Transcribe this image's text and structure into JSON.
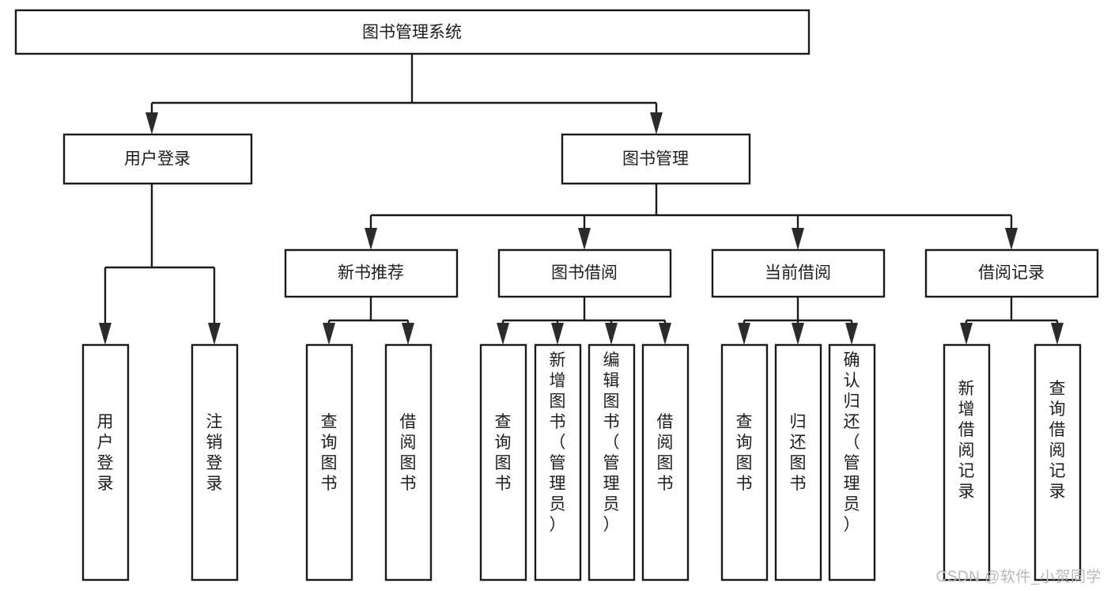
{
  "diagram": {
    "type": "tree-hierarchy",
    "title": "图书管理系统",
    "watermark": "CSDN @软件_小贺同学",
    "colors": {
      "box_stroke": "#1a1a1a",
      "box_fill": "#ffffff",
      "text": "#1d1d1d",
      "arrow": "#2b2b2b",
      "watermark": "#b8b8b8",
      "background": "#ffffff"
    },
    "levels": [
      {
        "level": 1,
        "nodes": [
          {
            "id": "root",
            "label": "图书管理系统",
            "orientation": "horizontal"
          }
        ]
      },
      {
        "level": 2,
        "nodes": [
          {
            "id": "login",
            "label": "用户登录",
            "orientation": "horizontal",
            "parent": "root"
          },
          {
            "id": "bookmgmt",
            "label": "图书管理",
            "orientation": "horizontal",
            "parent": "root"
          }
        ]
      },
      {
        "level": 3,
        "nodes": [
          {
            "id": "newbook",
            "label": "新书推荐",
            "orientation": "horizontal",
            "parent": "bookmgmt"
          },
          {
            "id": "borrow",
            "label": "图书借阅",
            "orientation": "horizontal",
            "parent": "bookmgmt"
          },
          {
            "id": "current",
            "label": "当前借阅",
            "orientation": "horizontal",
            "parent": "bookmgmt"
          },
          {
            "id": "records",
            "label": "借阅记录",
            "orientation": "horizontal",
            "parent": "bookmgmt"
          }
        ]
      },
      {
        "level": 4,
        "nodes": [
          {
            "id": "leaf-1",
            "label": "用户登录",
            "orientation": "vertical",
            "parent": "login"
          },
          {
            "id": "leaf-2",
            "label": "注销登录",
            "orientation": "vertical",
            "parent": "login"
          },
          {
            "id": "leaf-3",
            "label": "查询图书",
            "orientation": "vertical",
            "parent": "newbook"
          },
          {
            "id": "leaf-4",
            "label": "借阅图书",
            "orientation": "vertical",
            "parent": "newbook"
          },
          {
            "id": "leaf-5",
            "label": "查询图书",
            "orientation": "vertical",
            "parent": "borrow"
          },
          {
            "id": "leaf-6",
            "label": "新增图书（管理员）",
            "orientation": "vertical",
            "parent": "borrow"
          },
          {
            "id": "leaf-7",
            "label": "编辑图书（管理员）",
            "orientation": "vertical",
            "parent": "borrow"
          },
          {
            "id": "leaf-8",
            "label": "借阅图书",
            "orientation": "vertical",
            "parent": "borrow"
          },
          {
            "id": "leaf-9",
            "label": "查询图书",
            "orientation": "vertical",
            "parent": "current"
          },
          {
            "id": "leaf-10",
            "label": "归还图书",
            "orientation": "vertical",
            "parent": "current"
          },
          {
            "id": "leaf-11",
            "label": "确认归还（管理员）",
            "orientation": "vertical",
            "parent": "current"
          },
          {
            "id": "leaf-12",
            "label": "新增借阅记录",
            "orientation": "vertical",
            "parent": "records"
          },
          {
            "id": "leaf-13",
            "label": "查询借阅记录",
            "orientation": "vertical",
            "parent": "records"
          }
        ]
      }
    ]
  }
}
